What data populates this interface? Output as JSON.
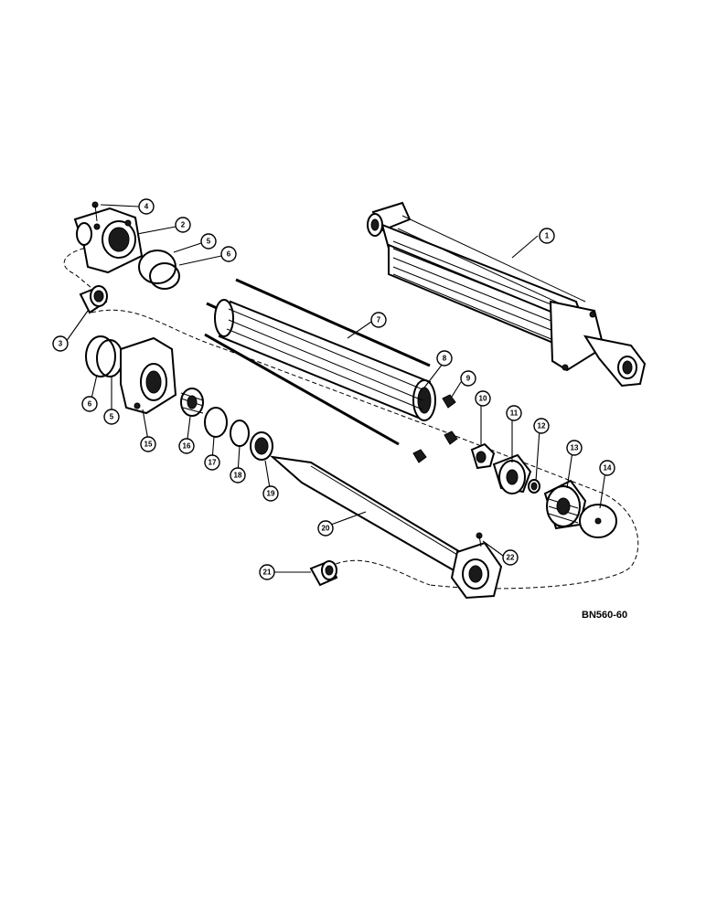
{
  "drawing_ref": "BN560-60",
  "callouts": [
    {
      "id": "c1",
      "label": "1"
    },
    {
      "id": "c2",
      "label": "2"
    },
    {
      "id": "c3",
      "label": "3"
    },
    {
      "id": "c4",
      "label": "4"
    },
    {
      "id": "c5a",
      "label": "5"
    },
    {
      "id": "c5b",
      "label": "5"
    },
    {
      "id": "c6a",
      "label": "6"
    },
    {
      "id": "c6b",
      "label": "6"
    },
    {
      "id": "c7",
      "label": "7"
    },
    {
      "id": "c8",
      "label": "8"
    },
    {
      "id": "c9",
      "label": "9"
    },
    {
      "id": "c10",
      "label": "10"
    },
    {
      "id": "c11",
      "label": "11"
    },
    {
      "id": "c12",
      "label": "12"
    },
    {
      "id": "c13",
      "label": "13"
    },
    {
      "id": "c14",
      "label": "14"
    },
    {
      "id": "c15",
      "label": "15"
    },
    {
      "id": "c16",
      "label": "16"
    },
    {
      "id": "c17",
      "label": "17"
    },
    {
      "id": "c18",
      "label": "18"
    },
    {
      "id": "c19",
      "label": "19"
    },
    {
      "id": "c20",
      "label": "20"
    },
    {
      "id": "c21",
      "label": "21"
    },
    {
      "id": "c22",
      "label": "22"
    }
  ]
}
